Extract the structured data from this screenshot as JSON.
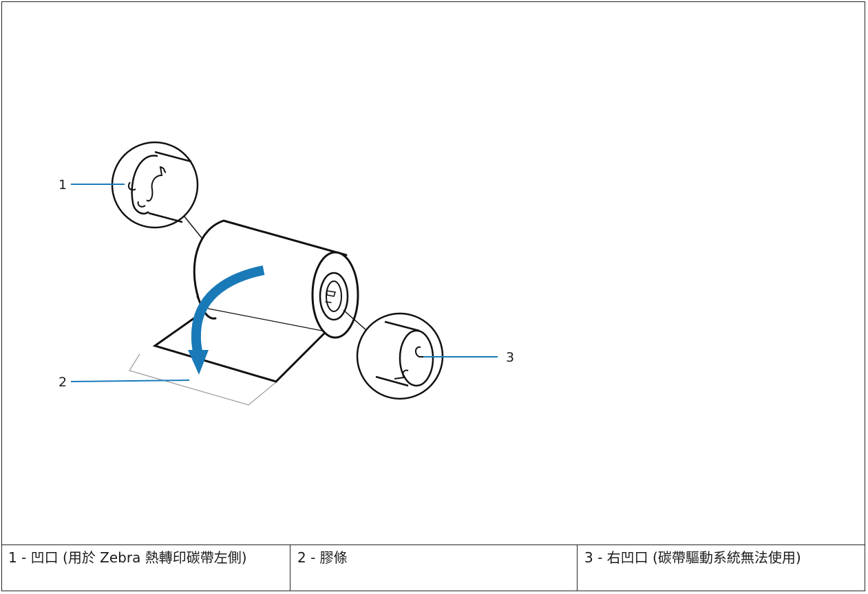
{
  "callouts": [
    {
      "number": "1",
      "text": "1 - 凹口 (用於 Zebra 熱轉印碳帶左側)"
    },
    {
      "number": "2",
      "text": "2 - 膠條"
    },
    {
      "number": "3",
      "text": "3 - 右凹口 (碳帶驅動系統無法使用)"
    }
  ],
  "colors": {
    "callout_line": "#1a7ab8",
    "arrow": "#1a7ab8",
    "outline": "#111111",
    "border": "#222222"
  },
  "icons": [
    "curved-arrow-icon",
    "ribbon-roll-illustration",
    "notch-detail-magnifier"
  ]
}
